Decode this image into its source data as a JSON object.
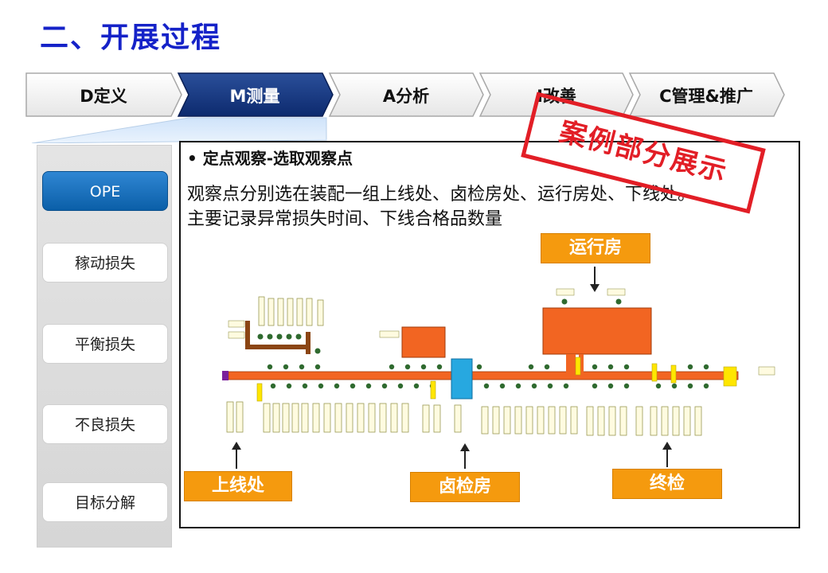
{
  "title": "二、开展过程",
  "steps": [
    {
      "label": "D定义",
      "active": false
    },
    {
      "label": "M测量",
      "active": true
    },
    {
      "label": "A分析",
      "active": false
    },
    {
      "label": "I改善",
      "active": false
    },
    {
      "label": "C管理&推广",
      "active": false
    }
  ],
  "sidebar": {
    "items": [
      {
        "label": "OPE",
        "active": true
      },
      {
        "label": "稼动损失",
        "active": false
      },
      {
        "label": "平衡损失",
        "active": false
      },
      {
        "label": "不良损失",
        "active": false
      },
      {
        "label": "目标分解",
        "active": false
      }
    ]
  },
  "content": {
    "bullet": "• 定点观察-选取观察点",
    "desc_line1": "观察点分别选在装配一组上线处、卤检房处、运行房处、下线处。",
    "desc_line2": "主要记录异常损失时间、下线合格品数量"
  },
  "tags": {
    "yunxingfang": "运行房",
    "shangxianchu": "上线处",
    "lujianfang": "卤检房",
    "zhongjian": "终检"
  },
  "stamp": "案例部分展示",
  "colors": {
    "title": "#1522c8",
    "step_active": "#0d2a6e",
    "tag": "#f59a0e",
    "stamp": "#e21e26",
    "line": "#f26522",
    "sidebar_active": "#1670c0"
  }
}
